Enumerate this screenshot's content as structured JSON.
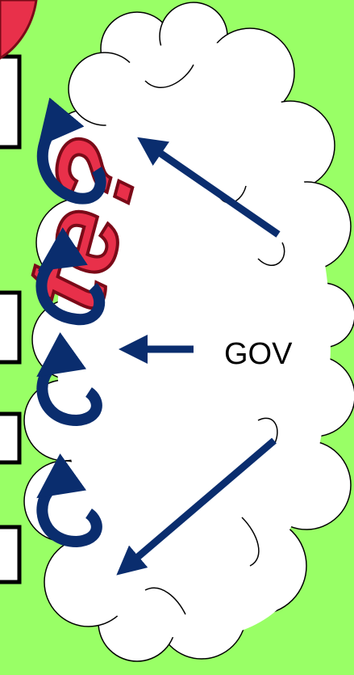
{
  "diagram": {
    "center_label": "GOV",
    "overlay_text": "te?",
    "colors": {
      "background": "#99ff66",
      "cloud_fill": "#ffffff",
      "outline": "#000000",
      "arrow": "#0a2d6e",
      "wordart_fill": "#e8304a",
      "wordart_outline": "#7a0a18"
    },
    "icons": [
      "cloud-shape",
      "straight-arrow",
      "curved-arrow",
      "question-mark-wordart"
    ]
  }
}
